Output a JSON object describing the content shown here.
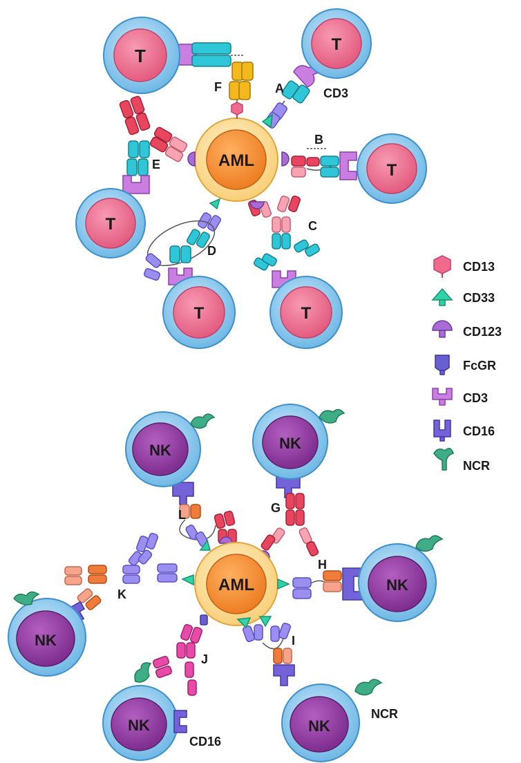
{
  "colors": {
    "cell_outer": "#8ecbef",
    "cell_outer_stroke": "#3f8fc8",
    "t_nucleus": "#ee6f8f",
    "nk_nucleus": "#8e3a9c",
    "aml_outer": "#fde3a0",
    "aml_nucleus": "#f5902f",
    "cd13": "#f06a8e",
    "cd33": "#2fd3a8",
    "cd123": "#a96bd6",
    "fcgr": "#6a5fd0",
    "cd3": "#c97ee0",
    "cd16": "#7462d8",
    "ncr": "#3fae86",
    "fab_cyan": "#2fc6d8",
    "fab_red": "#e8455f",
    "fab_pink": "#f7a3b2",
    "fab_yellow": "#f2b81c",
    "fab_violet": "#9a8ef0",
    "fab_orange": "#f07c3c",
    "fab_salmon": "#f6a48c",
    "fab_magenta": "#e84aa8"
  },
  "cells": {
    "aml_label": "AML",
    "t_label": "T",
    "nk_label": "NK"
  },
  "construct_labels": {
    "A": "A",
    "B": "B",
    "C": "C",
    "D": "D",
    "E": "E",
    "F": "F",
    "G": "G",
    "H": "H",
    "I": "I",
    "J": "J",
    "K": "K",
    "L": "L"
  },
  "annotations": {
    "cd3": "CD3",
    "ncr": "NCR",
    "cd16": "CD16"
  },
  "legend": {
    "items": [
      {
        "label": "CD13",
        "icon": "cd13-icon"
      },
      {
        "label": "CD33",
        "icon": "cd33-icon"
      },
      {
        "label": "CD123",
        "icon": "cd123-icon"
      },
      {
        "label": "FcGR",
        "icon": "fcgr-icon"
      },
      {
        "label": "CD3",
        "icon": "cd3-icon"
      },
      {
        "label": "CD16",
        "icon": "cd16-icon"
      },
      {
        "label": "NCR",
        "icon": "ncr-icon"
      }
    ]
  }
}
